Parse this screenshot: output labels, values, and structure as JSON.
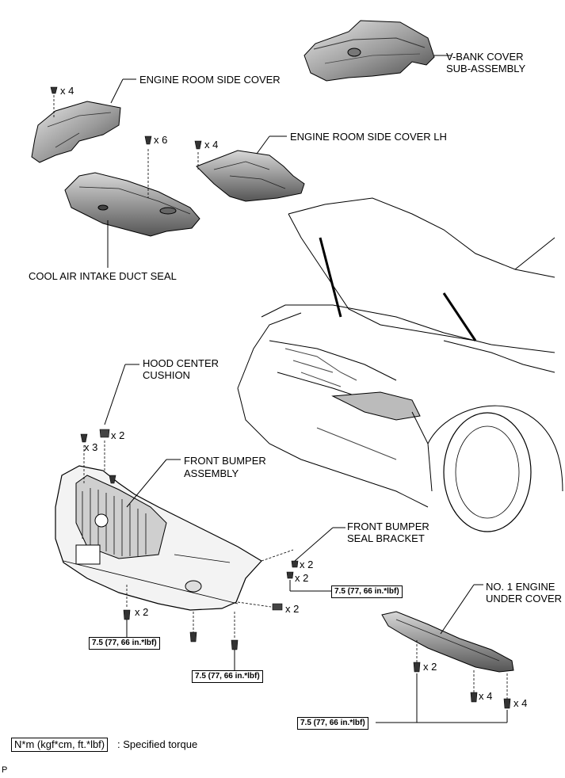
{
  "labels": {
    "v_bank_cover": "V-BANK COVER",
    "v_bank_cover_2": "SUB-ASSEMBLY",
    "engine_room_side_cover": "ENGINE ROOM SIDE COVER",
    "engine_room_side_cover_lh": "ENGINE ROOM SIDE COVER LH",
    "cool_air_intake_duct_seal": "COOL AIR INTAKE DUCT SEAL",
    "hood_center_cushion": "HOOD CENTER",
    "hood_center_cushion_2": "CUSHION",
    "front_bumper_assembly": "FRONT BUMPER",
    "front_bumper_assembly_2": "ASSEMBLY",
    "front_bumper_seal_bracket": "FRONT BUMPER",
    "front_bumper_seal_bracket_2": "SEAL BRACKET",
    "no1_engine_under_cover": "NO. 1 ENGINE",
    "no1_engine_under_cover_2": "UNDER COVER"
  },
  "quantities": {
    "side_cover_x4": "x 4",
    "duct_seal_x6": "x 6",
    "side_cover_lh_x4": "x 4",
    "hood_cushion_x2": "x 2",
    "bumper_top_x3": "x 3",
    "bracket_a_x2": "x 2",
    "bracket_b_x2": "x 2",
    "bumper_bottom_x2": "x 2",
    "bumper_side_x2": "x 2",
    "under_cover_x2": "x 2",
    "under_cover_x4_a": "x 4",
    "under_cover_x4_b": "x 4"
  },
  "torque": {
    "bracket": "7.5 (77, 66 in.*lbf)",
    "bumper_left": "7.5 (77, 66 in.*lbf)",
    "bumper_center": "7.5 (77, 66 in.*lbf)",
    "under_cover": "7.5 (77, 66 in.*lbf)"
  },
  "legend": {
    "unit": "N*m (kgf*cm, ft.*lbf)",
    "description": ": Specified torque"
  },
  "footer": "P"
}
